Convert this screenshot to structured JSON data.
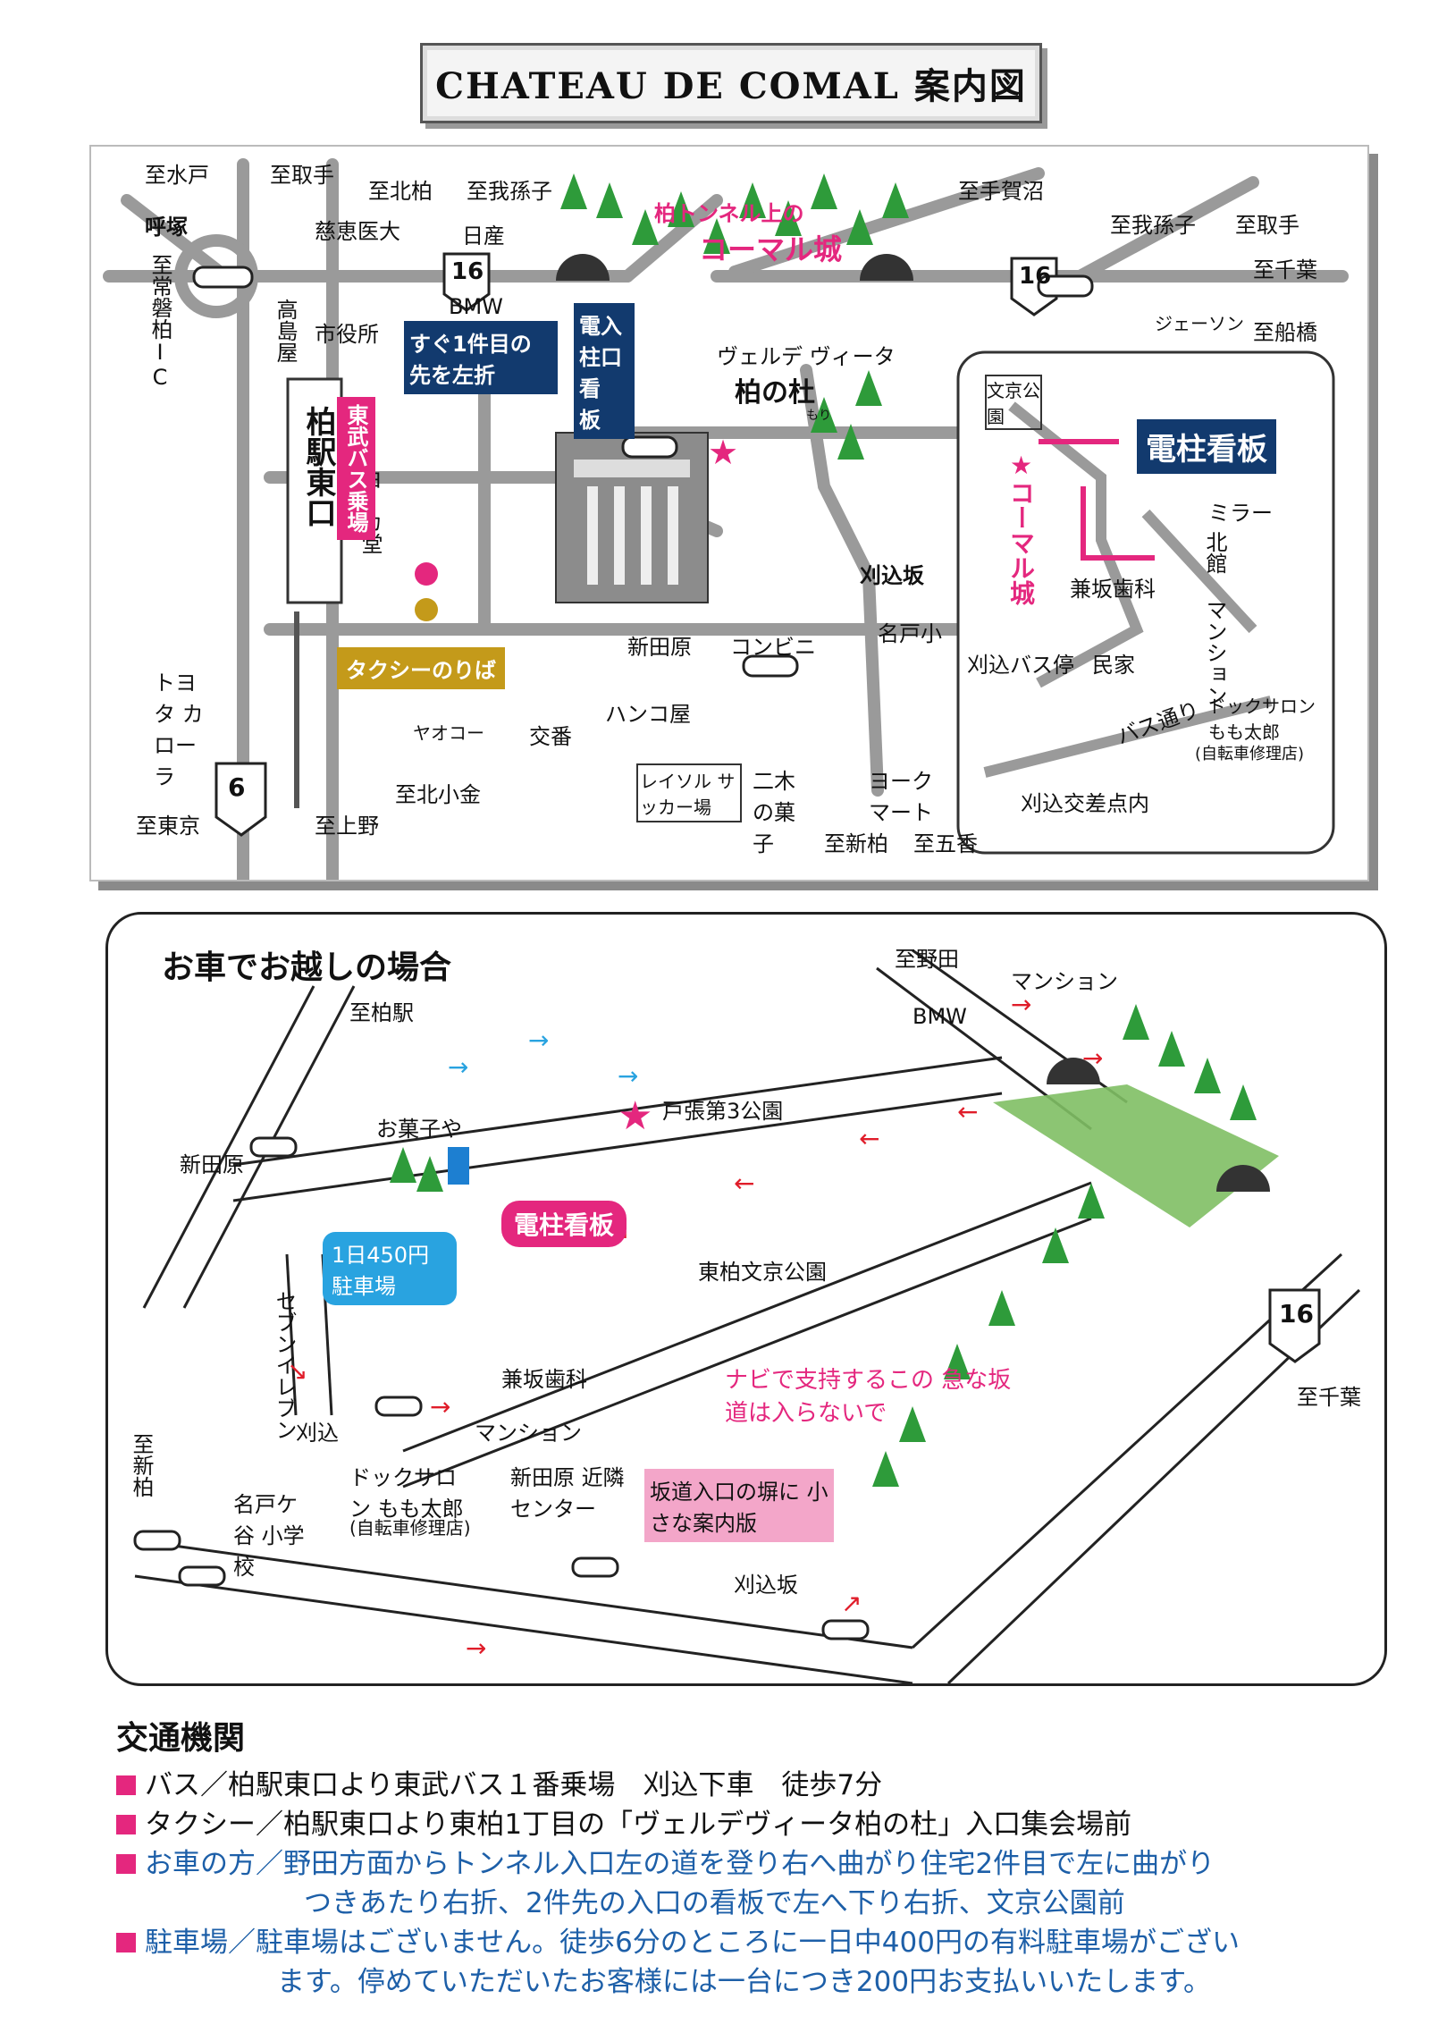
{
  "title": "CHATEAU DE COMAL 案内図",
  "map1": {
    "dest_top": [
      "至水戸",
      "至取手",
      "至北柏",
      "至我孫子",
      "至手賀沼",
      "至我孫子",
      "至取手",
      "至千葉",
      "至船橋"
    ],
    "dest_bottom": [
      "至東京",
      "至上野",
      "至北小金",
      "至新柏",
      "至五香"
    ],
    "yobizuka": "呼塚",
    "joban": "至常磐柏IC",
    "route16": "16",
    "route6": "6",
    "landmarks": {
      "jikei": "慈恵医大",
      "nissan": "日産",
      "bmw": "BMW",
      "shiyakusho": "市役所",
      "takashimaya": "高島屋",
      "yokado": "ヨーカ堂",
      "jason": "ジェーソン",
      "veldeviita": "ヴェルデ ヴィータ",
      "kashiwanomori": "柏の杜",
      "mori": "もり",
      "karikomizaka": "刈込坂",
      "nadoko": "名戸小",
      "shindenbara": "新田原",
      "konbini": "コンビニ",
      "hankoya": "ハンコ屋",
      "koban": "交番",
      "yaokoh": "ヤオコー",
      "reysol": "レイソル サッカー場",
      "nikinokashi": "二木の菓子",
      "yorkmart": "ヨーク マート",
      "toyota": "トヨタ カローラ",
      "station": "柏駅東口"
    },
    "tunnel_label_1": "柏トンネル上の",
    "tunnel_label_2": "コーマル城",
    "turn_left": "すぐ1件目の 先を左折",
    "pole_entrance": "電入 柱口 看 板",
    "bus_stop": "東武バス乗場",
    "taxi": "タクシーのりば",
    "inset": {
      "bunkyo": "文京公園",
      "sign": "電柱看板",
      "comal": "★コーマル城",
      "miller": "ミラー",
      "kitakan": "北館 マンション",
      "kanesaka": "兼坂歯科",
      "busstop": "刈込バス停",
      "minka": "民家",
      "busstreet": "バス通り",
      "dock": "ドックサロン もも太郎",
      "dock_note": "(自転車修理店)",
      "crossing": "刈込交差点内"
    }
  },
  "map2": {
    "heading": "お車でお越しの場合",
    "labels": {
      "noda": "至野田",
      "mansion1": "マンション",
      "bmw": "BMW",
      "kashiwaeki": "至柏駅",
      "okashiya": "お菓子や",
      "tobari": "戸張第3公園",
      "shindenbara": "新田原",
      "higashikashiwa": "東柏文京公園",
      "sign": "電柱看板",
      "parking": "1日450円 駐車場",
      "seven": "セブンイレブン",
      "kanesaka": "兼坂歯科",
      "karikomi": "刈込",
      "mansion2": "マンション",
      "navi": "ナビで支持するこの 急な坂道は入らないで",
      "dock": "ドックサロン もも太郎",
      "dock_note": "(自転車修理店)",
      "shindenbara_center": "新田原 近隣センター",
      "nadogaya": "名戸ケ谷 小学校",
      "slope_sign": "坂道入口の塀に 小さな案内版",
      "karikomizaka": "刈込坂",
      "shinkashiwa": "至新柏",
      "chiba": "至千葉",
      "route16": "16"
    }
  },
  "access": {
    "heading": "交通機関",
    "items": [
      {
        "text": "バス／柏駅東口より東武バス１番乗場　刈込下車　徒歩7分"
      },
      {
        "text": "タクシー／柏駅東口より東柏1丁目の「ヴェルデヴィータ柏の杜」入口集会場前"
      },
      {
        "text": "お車の方／野田方面からトンネル入口左の道を登り右へ曲がり住宅2件目で左に曲がり",
        "cont": "つきあたり右折、2件先の入口の看板で左へ下り右折、文京公園前"
      },
      {
        "text": "駐車場／駐車場はございません。徒歩6分のところに一日中400円の有料駐車場がござい",
        "cont": "ます。停めていただいたお客様には一台につき200円お支払いいたします。"
      }
    ]
  },
  "colors": {
    "pink": "#e4277e",
    "navy": "#123a6e",
    "gold": "#c49a1a",
    "green": "#2e9b3a",
    "blue": "#1d5fa8"
  }
}
